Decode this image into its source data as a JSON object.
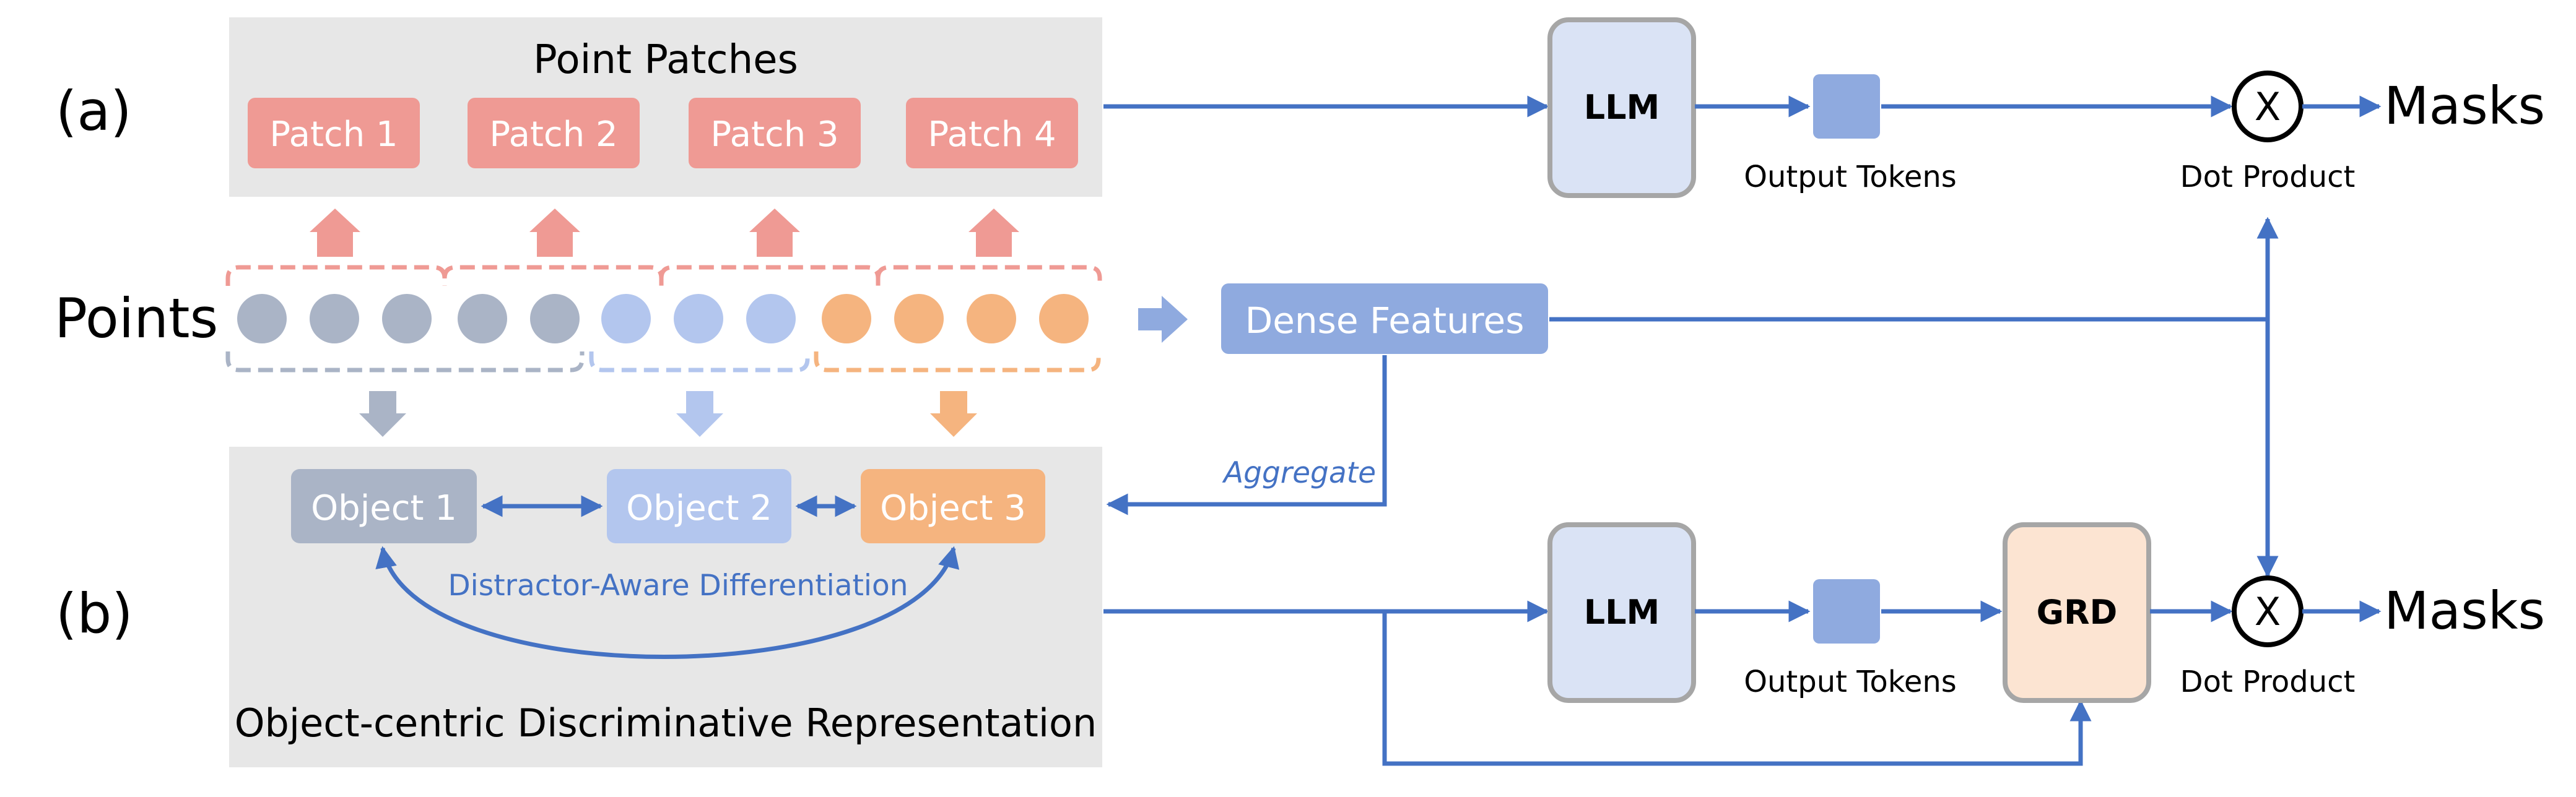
{
  "rows": {
    "a": "(a)",
    "b": "(b)"
  },
  "points_label": "Points",
  "point_patches": {
    "title": "Point Patches",
    "patches": [
      "Patch 1",
      "Patch 2",
      "Patch 3",
      "Patch 4"
    ]
  },
  "dense_features": "Dense Features",
  "aggregate": "Aggregate",
  "objects": {
    "items": [
      "Object 1",
      "Object 2",
      "Object 3"
    ],
    "differentiation": "Distractor-Aware Differentiation",
    "title": "Object-centric Discriminative Representation"
  },
  "pipeline_a": {
    "llm": "LLM",
    "output_tokens": "Output Tokens",
    "dot_symbol": "X",
    "dot_product": "Dot Product",
    "masks": "Masks"
  },
  "pipeline_b": {
    "llm": "LLM",
    "output_tokens": "Output Tokens",
    "grd": "GRD",
    "dot_symbol": "X",
    "dot_product": "Dot Product",
    "masks": "Masks"
  },
  "colors": {
    "patch": "#ef9a94",
    "gray_point": "#aab4c6",
    "light_blue_point": "#b3c6ee",
    "orange_point": "#f5b47f",
    "dense": "#8faadf",
    "arrow": "#4472c4",
    "llm_fill": "#dae3f5",
    "grd_fill": "#fce4d2",
    "panel": "#e7e7e7"
  }
}
